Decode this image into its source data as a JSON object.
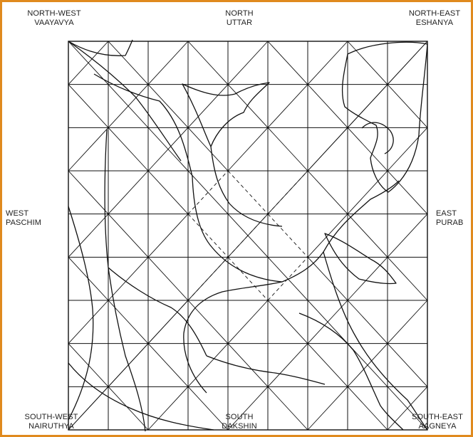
{
  "directions": {
    "north_west": {
      "english": "NORTH-WEST",
      "sanskrit": "VAAYAVYA"
    },
    "north": {
      "english": "NORTH",
      "sanskrit": "UTTAR"
    },
    "north_east": {
      "english": "NORTH-EAST",
      "sanskrit": "ESHANYA"
    },
    "west": {
      "english": "WEST",
      "sanskrit": "PASCHIM"
    },
    "east": {
      "english": "EAST",
      "sanskrit": "PURAB"
    },
    "south_west": {
      "english": "SOUTH-WEST",
      "sanskrit": "NAIRUTHYA"
    },
    "south": {
      "english": "SOUTH",
      "sanskrit": "DAKSHIN"
    },
    "south_east": {
      "english": "SOUTH-EAST",
      "sanskrit": "AAGNEYA"
    }
  },
  "grid": {
    "divisions": 9
  },
  "colors": {
    "border": "#e08a1e",
    "line": "#111111",
    "background": "#ffffff"
  }
}
